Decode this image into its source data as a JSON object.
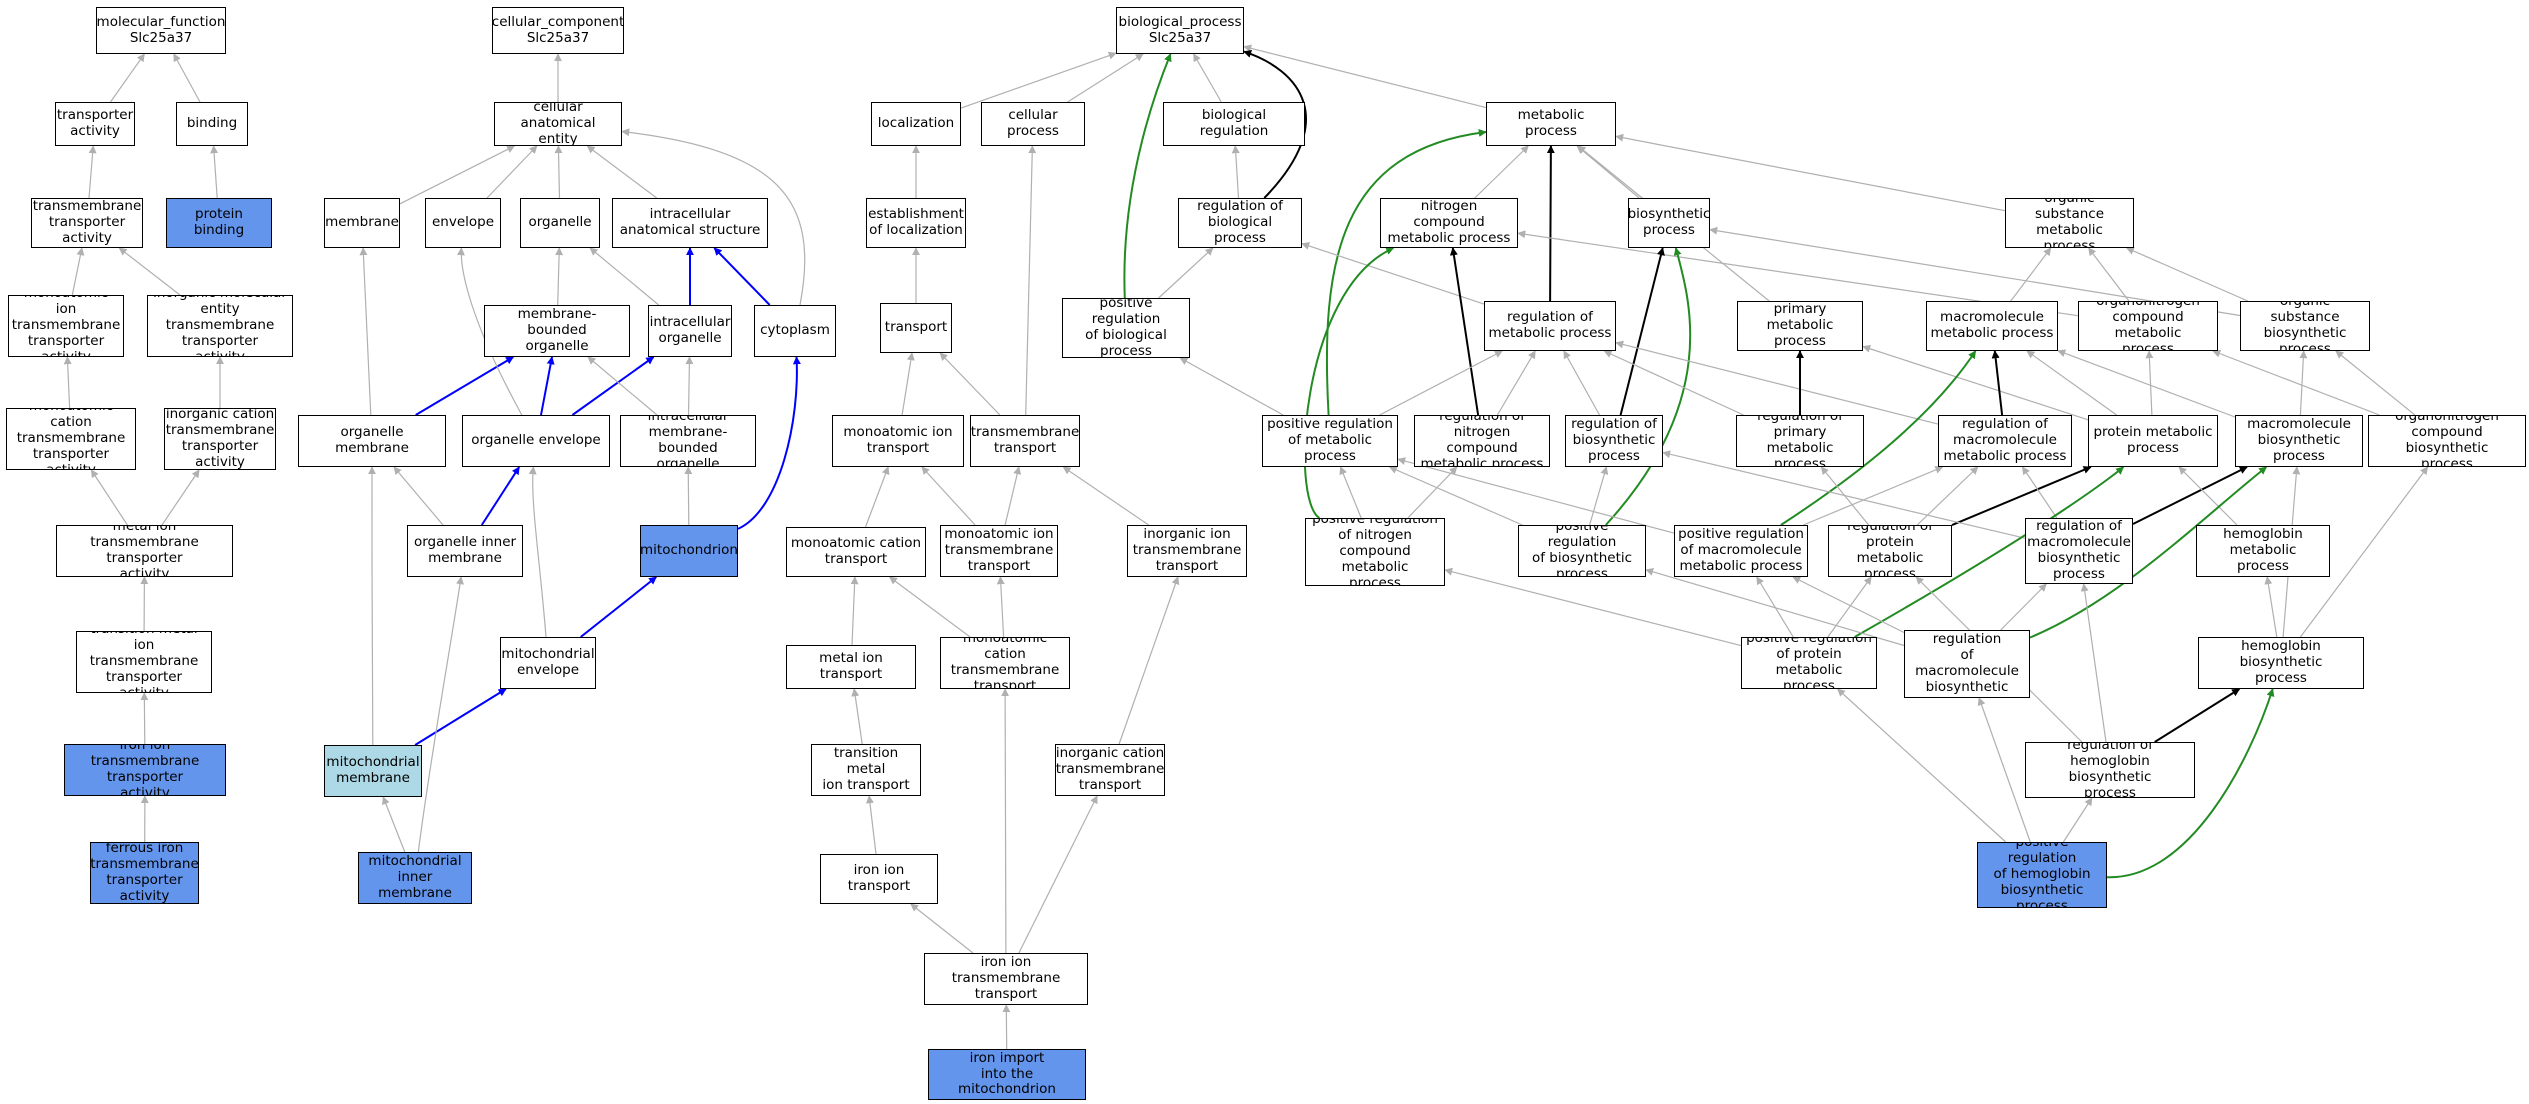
{
  "diagram": {
    "colors": {
      "annotated_fill": "#6495ed",
      "light_fill": "#add8e6",
      "default_fill": "#ffffff",
      "edge_is_a": "#b0b0b0",
      "edge_part_of": "#0000ff",
      "edge_regulates": "#000000",
      "edge_positively_regulates": "#228b22"
    },
    "nodes": [
      {
        "id": "mf",
        "label": "molecular_function\nSlc25a37"
      },
      {
        "id": "ta",
        "label": "transporter\nactivity"
      },
      {
        "id": "bind",
        "label": "binding"
      },
      {
        "id": "tmta",
        "label": "transmembrane\ntransporter\nactivity"
      },
      {
        "id": "pb",
        "label": "protein binding",
        "fill": "annotated"
      },
      {
        "id": "moi",
        "label": "monoatomic ion\ntransmembrane\ntransporter\nactivity"
      },
      {
        "id": "imol",
        "label": "inorganic molecular\nentity transmembrane\ntransporter\nactivity"
      },
      {
        "id": "moc",
        "label": "monoatomic cation\ntransmembrane\ntransporter\nactivity"
      },
      {
        "id": "ic",
        "label": "inorganic cation\ntransmembrane\ntransporter\nactivity"
      },
      {
        "id": "mit",
        "label": "metal ion transmembrane\ntransporter\nactivity"
      },
      {
        "id": "tmit",
        "label": "transition metal\nion transmembrane\ntransporter\nactivity"
      },
      {
        "id": "iit",
        "label": "iron ion transmembrane\ntransporter\nactivity",
        "fill": "annotated"
      },
      {
        "id": "fit",
        "label": "ferrous iron\ntransmembrane\ntransporter\nactivity",
        "fill": "annotated"
      },
      {
        "id": "cc",
        "label": "cellular_component\nSlc25a37"
      },
      {
        "id": "cae",
        "label": "cellular anatomical\nentity"
      },
      {
        "id": "mem",
        "label": "membrane"
      },
      {
        "id": "env",
        "label": "envelope"
      },
      {
        "id": "org",
        "label": "organelle"
      },
      {
        "id": "ias",
        "label": "intracellular\nanatomical structure"
      },
      {
        "id": "mbo",
        "label": "membrane-bounded\norganelle"
      },
      {
        "id": "io",
        "label": "intracellular\norganelle"
      },
      {
        "id": "cyto",
        "label": "cytoplasm"
      },
      {
        "id": "om",
        "label": "organelle membrane"
      },
      {
        "id": "oe",
        "label": "organelle envelope"
      },
      {
        "id": "imbo",
        "label": "intracellular\nmembrane-bounded\norganelle"
      },
      {
        "id": "oim",
        "label": "organelle inner\nmembrane"
      },
      {
        "id": "mito",
        "label": "mitochondrion",
        "fill": "annotated"
      },
      {
        "id": "me",
        "label": "mitochondrial\nenvelope"
      },
      {
        "id": "mm",
        "label": "mitochondrial\nmembrane",
        "fill": "light"
      },
      {
        "id": "mim",
        "label": "mitochondrial\ninner membrane",
        "fill": "annotated"
      },
      {
        "id": "bp",
        "label": "biological_process\nSlc25a37"
      },
      {
        "id": "loc",
        "label": "localization"
      },
      {
        "id": "cp",
        "label": "cellular process"
      },
      {
        "id": "br",
        "label": "biological regulation"
      },
      {
        "id": "mp",
        "label": "metabolic process"
      },
      {
        "id": "eol",
        "label": "establishment\nof localization"
      },
      {
        "id": "rbp",
        "label": "regulation of\nbiological process"
      },
      {
        "id": "ncmp",
        "label": "nitrogen compound\nmetabolic process"
      },
      {
        "id": "bsp",
        "label": "biosynthetic\nprocess"
      },
      {
        "id": "osmp",
        "label": "organic substance\nmetabolic process"
      },
      {
        "id": "tr",
        "label": "transport"
      },
      {
        "id": "prbp",
        "label": "positive regulation\nof biological\nprocess"
      },
      {
        "id": "rmp",
        "label": "regulation of\nmetabolic process"
      },
      {
        "id": "pmp",
        "label": "primary metabolic\nprocess"
      },
      {
        "id": "macmp",
        "label": "macromolecule\nmetabolic process"
      },
      {
        "id": "oncmp",
        "label": "organonitrogen\ncompound metabolic\nprocess"
      },
      {
        "id": "osbp",
        "label": "organic substance\nbiosynthetic\nprocess"
      },
      {
        "id": "moit",
        "label": "monoatomic ion\ntransport"
      },
      {
        "id": "tmt",
        "label": "transmembrane\ntransport"
      },
      {
        "id": "prmp",
        "label": "positive regulation\nof metabolic\nprocess"
      },
      {
        "id": "rncmp",
        "label": "regulation of\nnitrogen compound\nmetabolic process"
      },
      {
        "id": "rbsp",
        "label": "regulation of\nbiosynthetic\nprocess"
      },
      {
        "id": "rpmp",
        "label": "regulation of\nprimary metabolic\nprocess"
      },
      {
        "id": "rmacmp",
        "label": "regulation of\nmacromolecule\nmetabolic process"
      },
      {
        "id": "protmp",
        "label": "protein metabolic\nprocess"
      },
      {
        "id": "macbp",
        "label": "macromolecule\nbiosynthetic\nprocess"
      },
      {
        "id": "oncbp",
        "label": "organonitrogen\ncompound biosynthetic\nprocess"
      },
      {
        "id": "moct",
        "label": "monoatomic cation\ntransport"
      },
      {
        "id": "moitt",
        "label": "monoatomic ion\ntransmembrane\ntransport"
      },
      {
        "id": "iitt",
        "label": "inorganic ion\ntransmembrane\ntransport"
      },
      {
        "id": "prncmp",
        "label": "positive regulation\nof nitrogen\ncompound metabolic\nprocess"
      },
      {
        "id": "prbsp",
        "label": "positive regulation\nof biosynthetic\nprocess"
      },
      {
        "id": "prmacmp",
        "label": "positive regulation\nof macromolecule\nmetabolic process"
      },
      {
        "id": "rprotmp",
        "label": "regulation of\nprotein metabolic\nprocess"
      },
      {
        "id": "rmacbp",
        "label": "regulation of\nmacromolecule\nbiosynthetic\nprocess"
      },
      {
        "id": "hbmp",
        "label": "hemoglobin metabolic\nprocess"
      },
      {
        "id": "mitr",
        "label": "metal ion transport"
      },
      {
        "id": "moctt",
        "label": "monoatomic cation\ntransmembrane\ntransport"
      },
      {
        "id": "prprotmp",
        "label": "positive regulation\nof protein metabolic\nprocess"
      },
      {
        "id": "prmacbp",
        "label": "positive regulation\nof macromolecule\nbiosynthetic\nprocess"
      },
      {
        "id": "hbbp",
        "label": "hemoglobin biosynthetic\nprocess"
      },
      {
        "id": "tmitr",
        "label": "transition metal\nion transport"
      },
      {
        "id": "ictt",
        "label": "inorganic cation\ntransmembrane\ntransport"
      },
      {
        "id": "rhbbp",
        "label": "regulation of\nhemoglobin biosynthetic\nprocess"
      },
      {
        "id": "iitr",
        "label": "iron ion transport"
      },
      {
        "id": "prhbbp",
        "label": "positive regulation\nof hemoglobin\nbiosynthetic\nprocess",
        "fill": "annotated"
      },
      {
        "id": "iittt",
        "label": "iron ion transmembrane\ntransport"
      },
      {
        "id": "iim",
        "label": "iron import\ninto the mitochondrion",
        "fill": "annotated"
      }
    ],
    "edges": [
      {
        "from": "ta",
        "to": "mf",
        "type": "is_a"
      },
      {
        "from": "bind",
        "to": "mf",
        "type": "is_a"
      },
      {
        "from": "tmta",
        "to": "ta",
        "type": "is_a"
      },
      {
        "from": "pb",
        "to": "bind",
        "type": "is_a"
      },
      {
        "from": "moi",
        "to": "tmta",
        "type": "is_a"
      },
      {
        "from": "imol",
        "to": "tmta",
        "type": "is_a"
      },
      {
        "from": "moc",
        "to": "moi",
        "type": "is_a"
      },
      {
        "from": "ic",
        "to": "imol",
        "type": "is_a"
      },
      {
        "from": "mit",
        "to": "moc",
        "type": "is_a"
      },
      {
        "from": "mit",
        "to": "ic",
        "type": "is_a"
      },
      {
        "from": "tmit",
        "to": "mit",
        "type": "is_a"
      },
      {
        "from": "iit",
        "to": "tmit",
        "type": "is_a"
      },
      {
        "from": "fit",
        "to": "iit",
        "type": "is_a"
      },
      {
        "from": "cae",
        "to": "cc",
        "type": "is_a"
      },
      {
        "from": "mem",
        "to": "cae",
        "type": "is_a"
      },
      {
        "from": "env",
        "to": "cae",
        "type": "is_a"
      },
      {
        "from": "org",
        "to": "cae",
        "type": "is_a"
      },
      {
        "from": "ias",
        "to": "cae",
        "type": "is_a"
      },
      {
        "from": "cyto",
        "to": "cae",
        "type": "is_a"
      },
      {
        "from": "mbo",
        "to": "org",
        "type": "is_a"
      },
      {
        "from": "io",
        "to": "org",
        "type": "is_a"
      },
      {
        "from": "io",
        "to": "ias",
        "type": "part_of"
      },
      {
        "from": "cyto",
        "to": "ias",
        "type": "part_of"
      },
      {
        "from": "om",
        "to": "mem",
        "type": "is_a"
      },
      {
        "from": "om",
        "to": "mbo",
        "type": "part_of"
      },
      {
        "from": "oe",
        "to": "env",
        "type": "is_a"
      },
      {
        "from": "oe",
        "to": "mbo",
        "type": "part_of"
      },
      {
        "from": "oe",
        "to": "io",
        "type": "part_of"
      },
      {
        "from": "imbo",
        "to": "mbo",
        "type": "is_a"
      },
      {
        "from": "imbo",
        "to": "io",
        "type": "is_a"
      },
      {
        "from": "oim",
        "to": "om",
        "type": "is_a"
      },
      {
        "from": "oim",
        "to": "oe",
        "type": "part_of"
      },
      {
        "from": "mito",
        "to": "imbo",
        "type": "is_a"
      },
      {
        "from": "mito",
        "to": "cyto",
        "type": "part_of"
      },
      {
        "from": "me",
        "to": "oe",
        "type": "is_a"
      },
      {
        "from": "me",
        "to": "mito",
        "type": "part_of"
      },
      {
        "from": "mm",
        "to": "om",
        "type": "is_a"
      },
      {
        "from": "mm",
        "to": "me",
        "type": "part_of"
      },
      {
        "from": "mim",
        "to": "mm",
        "type": "is_a"
      },
      {
        "from": "mim",
        "to": "oim",
        "type": "is_a"
      },
      {
        "from": "loc",
        "to": "bp",
        "type": "is_a"
      },
      {
        "from": "cp",
        "to": "bp",
        "type": "is_a"
      },
      {
        "from": "br",
        "to": "bp",
        "type": "is_a"
      },
      {
        "from": "mp",
        "to": "bp",
        "type": "is_a"
      },
      {
        "from": "rbp",
        "to": "bp",
        "type": "regulates"
      },
      {
        "from": "prbp",
        "to": "bp",
        "type": "positively_regulates"
      },
      {
        "from": "eol",
        "to": "loc",
        "type": "is_a"
      },
      {
        "from": "rbp",
        "to": "br",
        "type": "is_a"
      },
      {
        "from": "ncmp",
        "to": "mp",
        "type": "is_a"
      },
      {
        "from": "bsp",
        "to": "mp",
        "type": "is_a"
      },
      {
        "from": "osmp",
        "to": "mp",
        "type": "is_a"
      },
      {
        "from": "pmp",
        "to": "mp",
        "type": "is_a"
      },
      {
        "from": "rmp",
        "to": "mp",
        "type": "regulates"
      },
      {
        "from": "prmp",
        "to": "mp",
        "type": "positively_regulates"
      },
      {
        "from": "tr",
        "to": "eol",
        "type": "is_a"
      },
      {
        "from": "prbp",
        "to": "rbp",
        "type": "is_a"
      },
      {
        "from": "rmp",
        "to": "rbp",
        "type": "is_a"
      },
      {
        "from": "oncmp",
        "to": "ncmp",
        "type": "is_a"
      },
      {
        "from": "rncmp",
        "to": "ncmp",
        "type": "regulates"
      },
      {
        "from": "prncmp",
        "to": "ncmp",
        "type": "positively_regulates"
      },
      {
        "from": "osbp",
        "to": "bsp",
        "type": "is_a"
      },
      {
        "from": "rbsp",
        "to": "bsp",
        "type": "regulates"
      },
      {
        "from": "prbsp",
        "to": "bsp",
        "type": "positively_regulates"
      },
      {
        "from": "oncmp",
        "to": "osmp",
        "type": "is_a"
      },
      {
        "from": "osbp",
        "to": "osmp",
        "type": "is_a"
      },
      {
        "from": "macmp",
        "to": "osmp",
        "type": "is_a"
      },
      {
        "from": "moit",
        "to": "tr",
        "type": "is_a"
      },
      {
        "from": "tmt",
        "to": "tr",
        "type": "is_a"
      },
      {
        "from": "tmt",
        "to": "cp",
        "type": "is_a"
      },
      {
        "from": "prmp",
        "to": "prbp",
        "type": "is_a"
      },
      {
        "from": "prmp",
        "to": "rmp",
        "type": "is_a"
      },
      {
        "from": "rncmp",
        "to": "rmp",
        "type": "is_a"
      },
      {
        "from": "rbsp",
        "to": "rmp",
        "type": "is_a"
      },
      {
        "from": "rpmp",
        "to": "rmp",
        "type": "is_a"
      },
      {
        "from": "rmacmp",
        "to": "rmp",
        "type": "is_a"
      },
      {
        "from": "rpmp",
        "to": "pmp",
        "type": "regulates"
      },
      {
        "from": "protmp",
        "to": "pmp",
        "type": "is_a"
      },
      {
        "from": "rmacmp",
        "to": "macmp",
        "type": "regulates"
      },
      {
        "from": "prmacmp",
        "to": "macmp",
        "type": "positively_regulates"
      },
      {
        "from": "protmp",
        "to": "macmp",
        "type": "is_a"
      },
      {
        "from": "macbp",
        "to": "macmp",
        "type": "is_a"
      },
      {
        "from": "protmp",
        "to": "oncmp",
        "type": "is_a"
      },
      {
        "from": "oncbp",
        "to": "oncmp",
        "type": "is_a"
      },
      {
        "from": "macbp",
        "to": "osbp",
        "type": "is_a"
      },
      {
        "from": "oncbp",
        "to": "osbp",
        "type": "is_a"
      },
      {
        "from": "moct",
        "to": "moit",
        "type": "is_a"
      },
      {
        "from": "moitt",
        "to": "moit",
        "type": "is_a"
      },
      {
        "from": "moitt",
        "to": "tmt",
        "type": "is_a"
      },
      {
        "from": "iitt",
        "to": "tmt",
        "type": "is_a"
      },
      {
        "from": "prncmp",
        "to": "prmp",
        "type": "is_a"
      },
      {
        "from": "prncmp",
        "to": "rncmp",
        "type": "is_a"
      },
      {
        "from": "prbsp",
        "to": "prmp",
        "type": "is_a"
      },
      {
        "from": "prbsp",
        "to": "rbsp",
        "type": "is_a"
      },
      {
        "from": "prmacmp",
        "to": "prmp",
        "type": "is_a"
      },
      {
        "from": "prmacmp",
        "to": "rmacmp",
        "type": "is_a"
      },
      {
        "from": "rprotmp",
        "to": "rmacmp",
        "type": "is_a"
      },
      {
        "from": "rprotmp",
        "to": "rpmp",
        "type": "is_a"
      },
      {
        "from": "rprotmp",
        "to": "protmp",
        "type": "regulates"
      },
      {
        "from": "rmacbp",
        "to": "rmacmp",
        "type": "is_a"
      },
      {
        "from": "rmacbp",
        "to": "rbsp",
        "type": "is_a"
      },
      {
        "from": "rmacbp",
        "to": "macbp",
        "type": "regulates"
      },
      {
        "from": "hbmp",
        "to": "protmp",
        "type": "is_a"
      },
      {
        "from": "mitr",
        "to": "moct",
        "type": "is_a"
      },
      {
        "from": "moctt",
        "to": "moct",
        "type": "is_a"
      },
      {
        "from": "moctt",
        "to": "moitt",
        "type": "is_a"
      },
      {
        "from": "ictt",
        "to": "iitt",
        "type": "is_a"
      },
      {
        "from": "prprotmp",
        "to": "prncmp",
        "type": "is_a"
      },
      {
        "from": "prprotmp",
        "to": "prmacmp",
        "type": "is_a"
      },
      {
        "from": "prprotmp",
        "to": "rprotmp",
        "type": "is_a"
      },
      {
        "from": "prprotmp",
        "to": "protmp",
        "type": "positively_regulates"
      },
      {
        "from": "prmacbp",
        "to": "prbsp",
        "type": "is_a"
      },
      {
        "from": "prmacbp",
        "to": "prmacmp",
        "type": "is_a"
      },
      {
        "from": "prmacbp",
        "to": "rmacbp",
        "type": "is_a"
      },
      {
        "from": "prmacbp",
        "to": "macbp",
        "type": "positively_regulates"
      },
      {
        "from": "hbbp",
        "to": "hbmp",
        "type": "is_a"
      },
      {
        "from": "hbbp",
        "to": "macbp",
        "type": "is_a"
      },
      {
        "from": "hbbp",
        "to": "oncbp",
        "type": "is_a"
      },
      {
        "from": "tmitr",
        "to": "mitr",
        "type": "is_a"
      },
      {
        "from": "rhbbp",
        "to": "rmacbp",
        "type": "is_a"
      },
      {
        "from": "rhbbp",
        "to": "rprotmp",
        "type": "is_a"
      },
      {
        "from": "rhbbp",
        "to": "hbbp",
        "type": "regulates"
      },
      {
        "from": "iitr",
        "to": "tmitr",
        "type": "is_a"
      },
      {
        "from": "prhbbp",
        "to": "prprotmp",
        "type": "is_a"
      },
      {
        "from": "prhbbp",
        "to": "prmacbp",
        "type": "is_a"
      },
      {
        "from": "prhbbp",
        "to": "rhbbp",
        "type": "is_a"
      },
      {
        "from": "prhbbp",
        "to": "hbbp",
        "type": "positively_regulates"
      },
      {
        "from": "iittt",
        "to": "iitr",
        "type": "is_a"
      },
      {
        "from": "iittt",
        "to": "moctt",
        "type": "is_a"
      },
      {
        "from": "iittt",
        "to": "ictt",
        "type": "is_a"
      },
      {
        "from": "iim",
        "to": "iittt",
        "type": "is_a"
      }
    ]
  }
}
